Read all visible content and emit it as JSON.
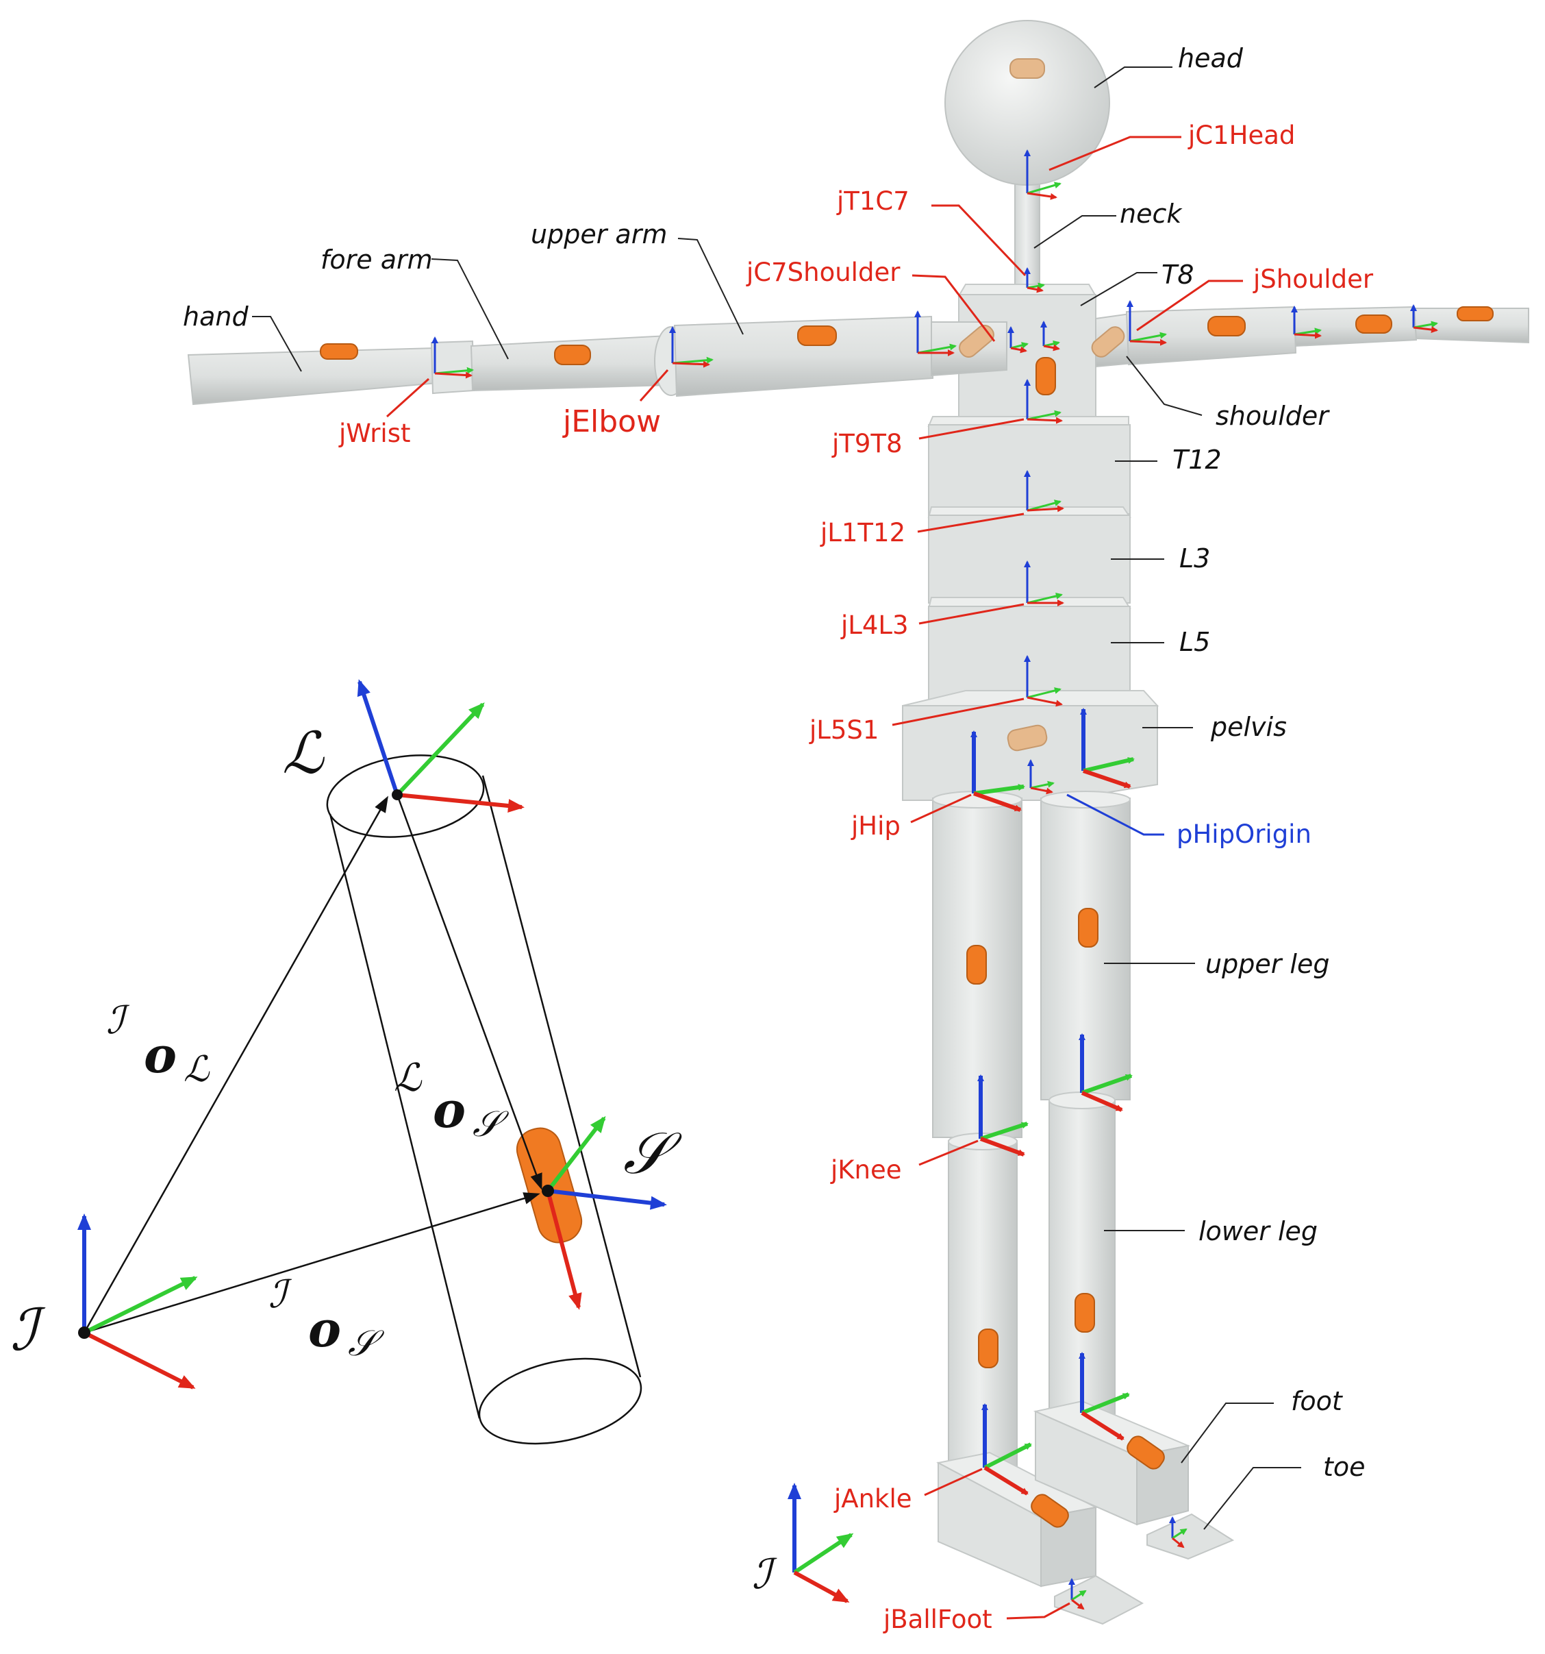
{
  "segments": {
    "head": "head",
    "neck": "neck",
    "t8": "T8",
    "t12": "T12",
    "l3": "L3",
    "l5": "L5",
    "pelvis": "pelvis",
    "shoulder": "shoulder",
    "upper_arm": "upper arm",
    "fore_arm": "fore arm",
    "hand": "hand",
    "upper_leg": "upper leg",
    "lower_leg": "lower leg",
    "foot": "foot",
    "toe": "toe"
  },
  "joints": {
    "c1head": "jC1Head",
    "t1c7": "jT1C7",
    "c7shoulder": "jC7Shoulder",
    "shoulder": "jShoulder",
    "wrist": "jWrist",
    "elbow": "jElbow",
    "t9t8": "jT9T8",
    "l1t12": "jL1T12",
    "l4l3": "jL4L3",
    "l5s1": "jL5S1",
    "hip": "jHip",
    "knee": "jKnee",
    "ankle": "jAnkle",
    "ballfoot": "jBallFoot"
  },
  "points": {
    "hip_origin": "pHipOrigin"
  },
  "frames": {
    "inertial": "ℐ",
    "link": "ℒ",
    "sensor": "𝒮"
  },
  "vectors": {
    "i_o_l": {
      "pre": "ℐ",
      "base": "o",
      "sub": "ℒ"
    },
    "l_o_s": {
      "pre": "ℒ",
      "base": "o",
      "sub": "𝒮"
    },
    "i_o_s": {
      "pre": "ℐ",
      "base": "o",
      "sub": "𝒮"
    }
  },
  "colors": {
    "x_axis": "#e0261a",
    "y_axis": "#33cc33",
    "z_axis": "#1f3fd6",
    "sensor": "#f07a22",
    "joint_text": "#e0261a",
    "point_text": "#1f3fd6"
  }
}
